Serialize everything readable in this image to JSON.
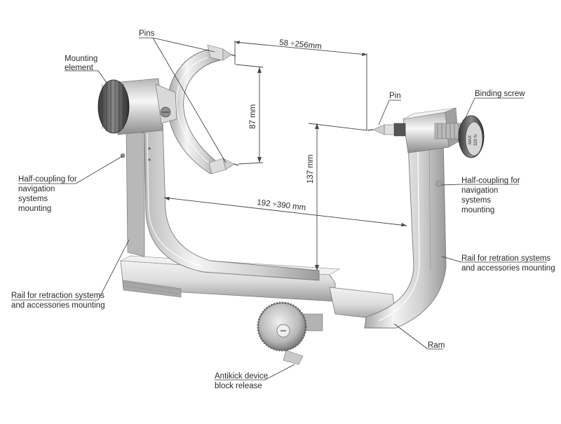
{
  "labels": {
    "pins": "Pins",
    "mounting_line1": "Mounting",
    "mounting_line2": "element",
    "pin": "Pin",
    "binding_screw": "Binding screw",
    "half_left_1": "Half-coupling for",
    "half_left_2": "navigation",
    "half_left_3": "systems",
    "half_left_4": "mounting",
    "half_right_1": "Half-coupling for",
    "half_right_2": "navigation",
    "half_right_3": "systems",
    "half_right_4": "mounting",
    "rail_left_1": "Rail for retraction systems",
    "rail_left_2": "and accessories mounting",
    "rail_right_1": "Rail for retration systems",
    "rail_right_2": "and accessories mounting",
    "ram": "Ram",
    "antikick_1": "Antikick device",
    "antikick_2": "block release"
  },
  "dimensions": {
    "pin_span": "58 ÷256mm",
    "ring_height": "87 mm",
    "frame_height": "137 mm",
    "frame_width": "192 ÷390 mm"
  },
  "engraving": {
    "line1": "MAX",
    "line2": "320 N"
  },
  "colors": {
    "metal_light": "#e9e9e9",
    "metal_mid": "#c4c4c4",
    "metal_dark": "#8a8a8a",
    "ink": "#2a2a2a"
  }
}
